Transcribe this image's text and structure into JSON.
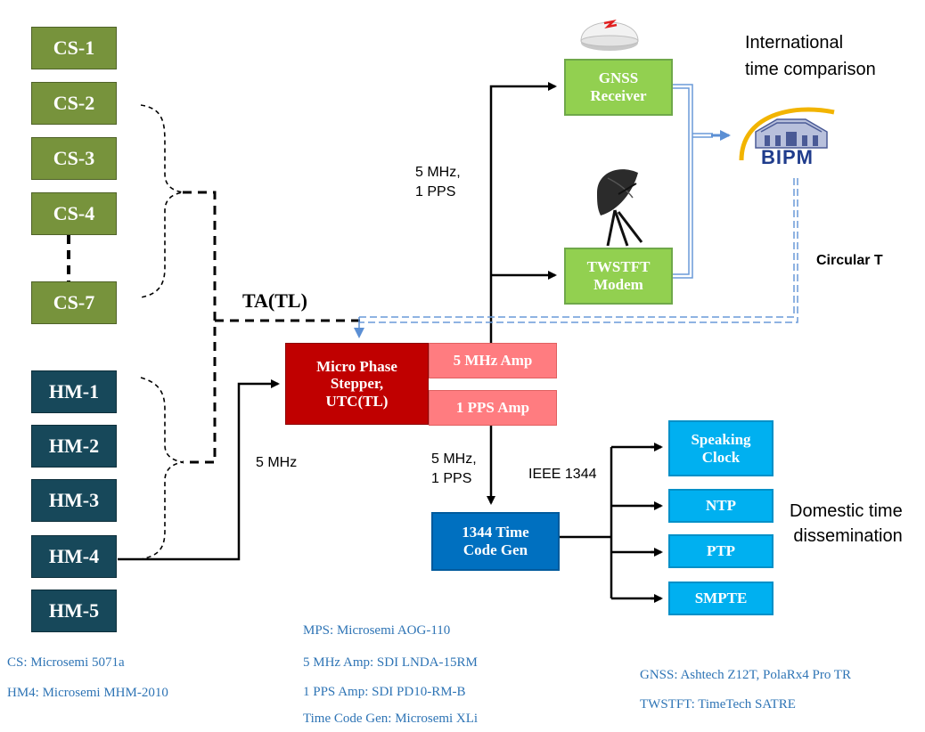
{
  "clocks": {
    "cs": [
      "CS-1",
      "CS-2",
      "CS-3",
      "CS-4",
      "CS-7"
    ],
    "hm": [
      "HM-1",
      "HM-2",
      "HM-3",
      "HM-4",
      "HM-5"
    ]
  },
  "labels": {
    "ta_tl": "TA(TL)",
    "five_mhz": "5 MHz",
    "five_mhz_1pps_top": "5 MHz,\n1 PPS",
    "five_mhz_1pps_bottom": "5 MHz,\n1 PPS",
    "ieee": "IEEE 1344",
    "international": "International\ntime comparison",
    "circular_t": "Circular T",
    "domestic": "Domestic time\ndissemination"
  },
  "blocks": {
    "mps": "Micro Phase\nStepper,\nUTC(TL)",
    "amp_5mhz": "5 MHz Amp",
    "amp_1pps": "1 PPS Amp",
    "gnss": "GNSS\nReceiver",
    "twstft": "TWSTFT\nModem",
    "tcg": "1344 Time\nCode Gen",
    "bipm": "BIPM"
  },
  "outputs": [
    "Speaking\nClock",
    "NTP",
    "PTP",
    "SMPTE"
  ],
  "notes": {
    "cs": "CS: Microsemi  5071a",
    "hm4": "HM4: Microsemi   MHM-2010",
    "mps": "MPS: Microsemi AOG-110",
    "amp5": "5 MHz Amp: SDI LNDA-15RM",
    "amp1": "1 PPS Amp: SDI PD10-RM-B",
    "tcg": "Time Code Gen: Microsemi XLi",
    "gnss": "GNSS: Ashtech Z12T, PolaRx4 Pro TR",
    "twstft": "TWSTFT: TimeTech SATRE"
  },
  "icons": [
    "gnss-antenna-icon",
    "satellite-dish-icon",
    "bipm-logo-icon"
  ],
  "colors": {
    "cs": "#77933c",
    "hm": "#17485a",
    "mps": "#c00000",
    "amp": "#ff7c80",
    "receiver": "#92d050",
    "tcg": "#0070c0",
    "output": "#00b0f0",
    "note": "#2e74b5"
  }
}
